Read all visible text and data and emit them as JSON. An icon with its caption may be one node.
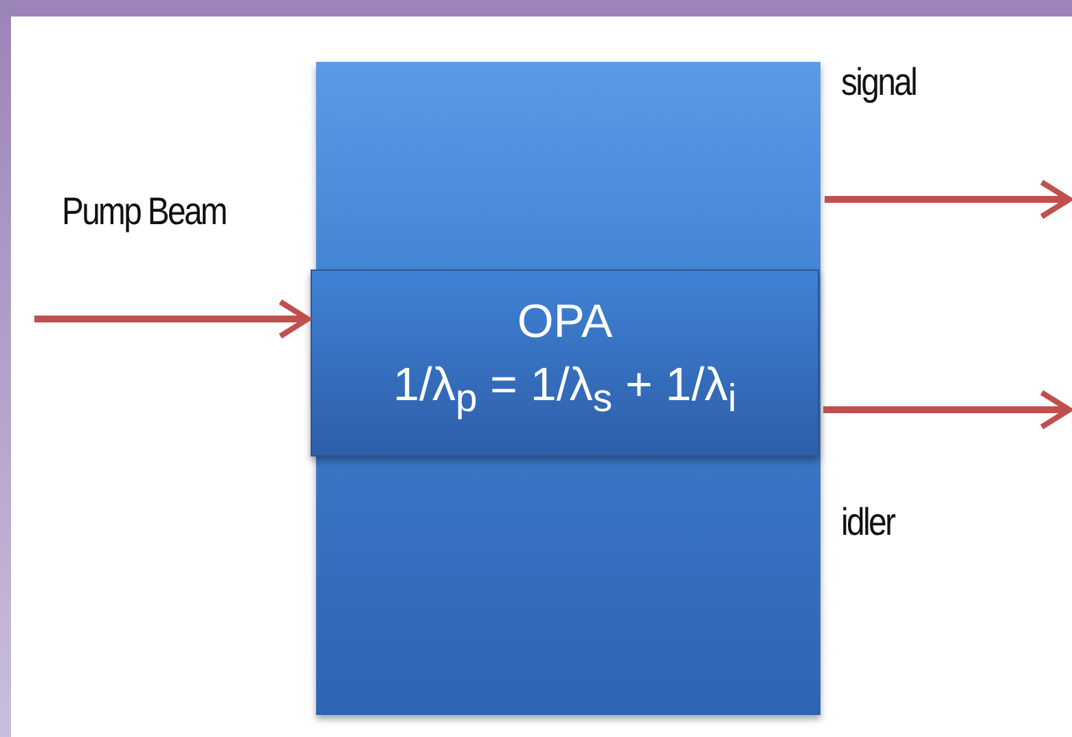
{
  "diagram": {
    "nodes": [
      {
        "text": [],
        "shape": "box"
      },
      {
        "text": [
          "OPA",
          "1/λ$_{p}$ = 1/λ$_{s}$ + 1/λ$_{i}$"
        ],
        "in": 0
      }
    ],
    "edges": [
      {
        "from": null,
        "to": 1,
        "arrow": "to",
        "label": "Pump Beam"
      },
      {
        "from": 0,
        "to": null,
        "arrow": "to",
        "label": "signal"
      },
      {
        "from": 1,
        "to": null,
        "arrow": "to",
        "label": "idler"
      }
    ]
  }
}
